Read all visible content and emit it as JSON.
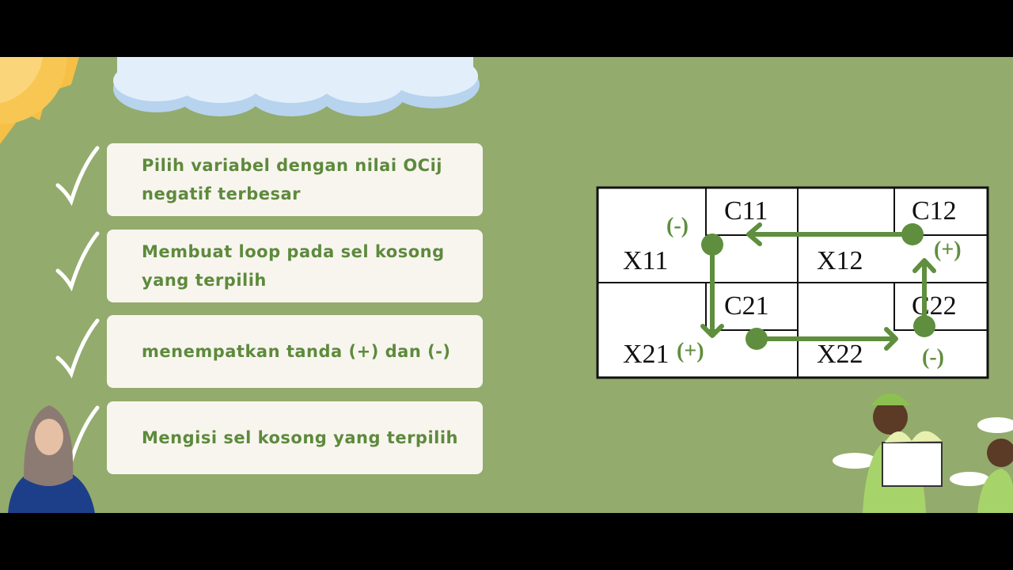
{
  "steps": [
    {
      "text": "Pilih variabel dengan nilai OCij negatif terbesar"
    },
    {
      "text": "Membuat loop pada sel kosong yang terpilih"
    },
    {
      "text": "menempatkan tanda (+) dan (-)"
    },
    {
      "text": "Mengisi sel kosong yang terpilih"
    }
  ],
  "table": {
    "cells": {
      "c11": "C11",
      "c12": "C12",
      "c21": "C21",
      "c22": "C22",
      "x11": "X11",
      "x12": "X12",
      "x21": "X21",
      "x22": "X22"
    },
    "signs": {
      "x11": "(-)",
      "x12": "(+)",
      "x21": "(+)",
      "x22": "(-)"
    }
  },
  "colors": {
    "background": "#93ab6c",
    "accent": "#5d8a3c",
    "card": "#f8f5ef"
  },
  "icons": [
    "check-icon",
    "sun-icon",
    "cloud-icon"
  ]
}
